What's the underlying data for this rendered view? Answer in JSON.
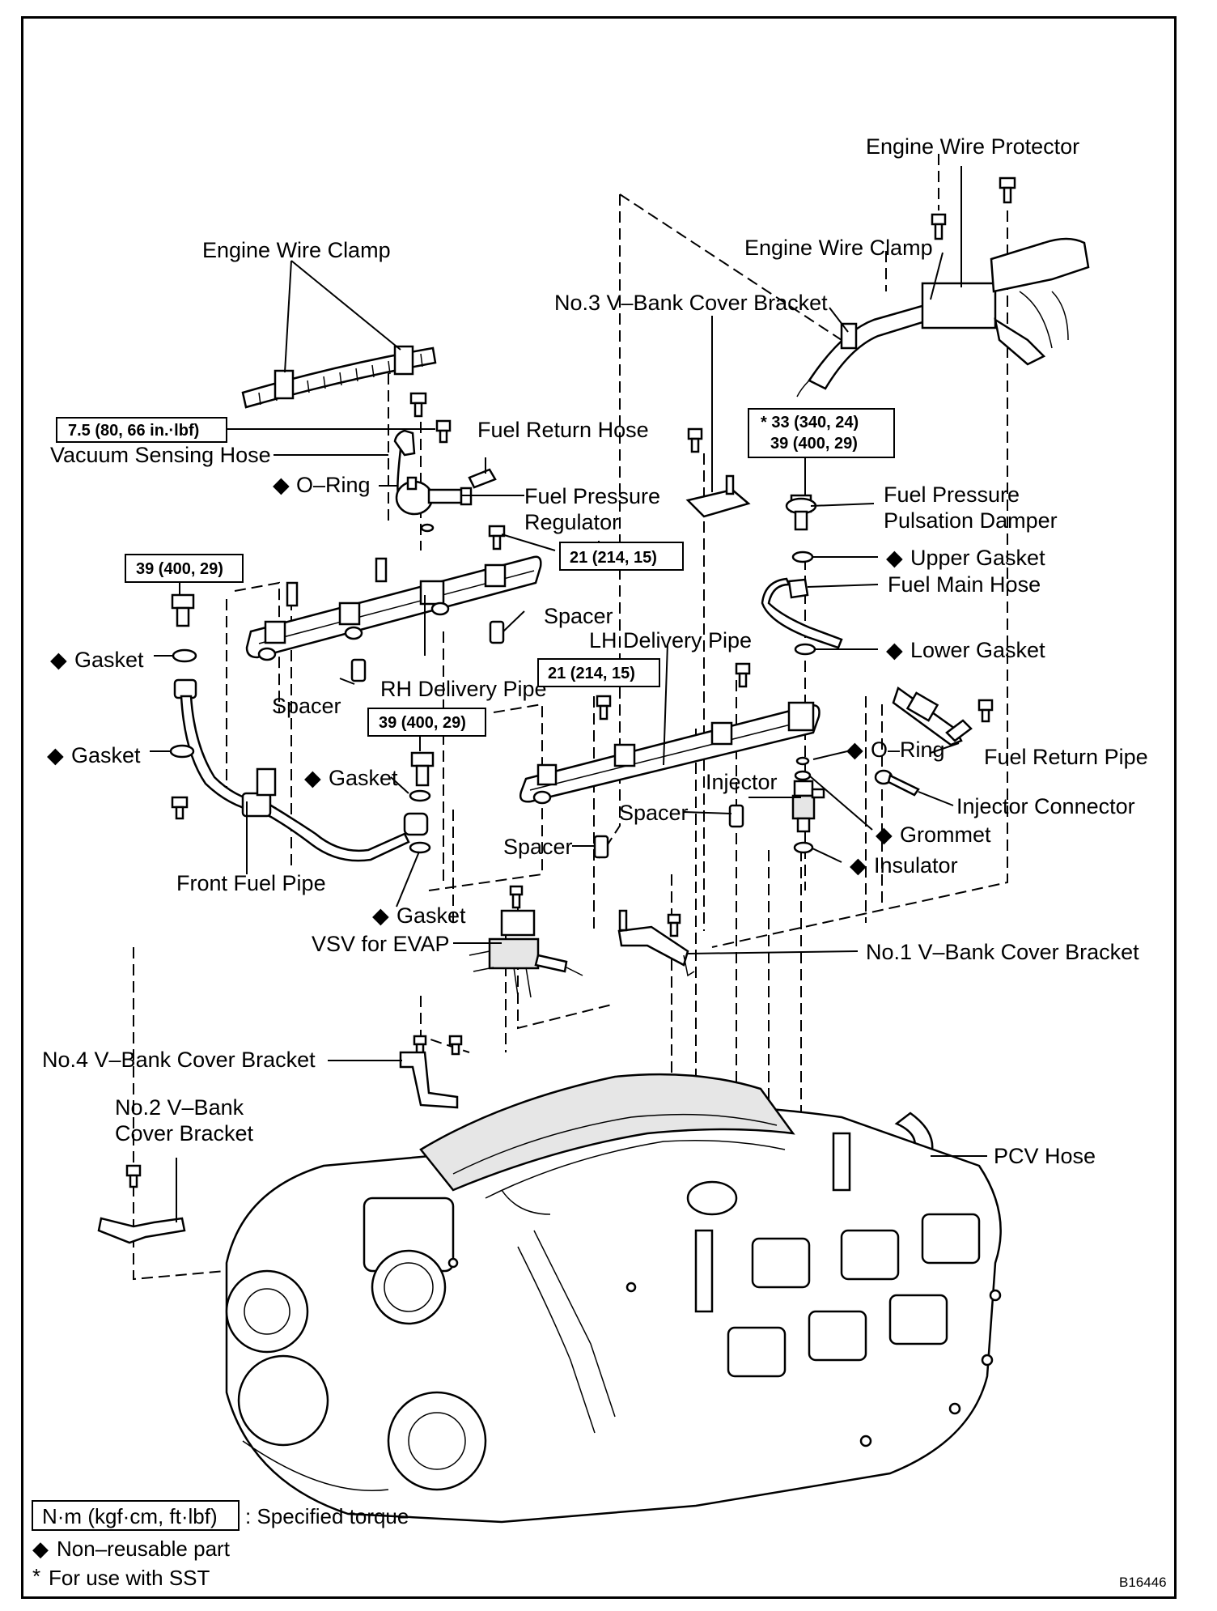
{
  "labels": {
    "engine_wire_protector": "Engine Wire Protector",
    "engine_wire_clamp_left": "Engine Wire Clamp",
    "engine_wire_clamp_right": "Engine Wire Clamp",
    "no3_bracket": "No.3 V–Bank Cover Bracket",
    "fuel_return_hose": "Fuel Return Hose",
    "vacuum_sensing_hose": "Vacuum Sensing Hose",
    "o_ring_top": "O–Ring",
    "fuel_pressure_regulator_1": "Fuel Pressure",
    "fuel_pressure_regulator_2": "Regulator",
    "fuel_pressure_pulsation_damper_1": "Fuel Pressure",
    "fuel_pressure_pulsation_damper_2": "Pulsation Damper",
    "upper_gasket": "Upper Gasket",
    "fuel_main_hose": "Fuel Main Hose",
    "lower_gasket": "Lower Gasket",
    "spacer_top": "Spacer",
    "lh_delivery_pipe": "LH Delivery Pipe",
    "rh_delivery_pipe": "RH Delivery Pipe",
    "spacer_left": "Spacer",
    "gasket_1": "Gasket",
    "gasket_2": "Gasket",
    "gasket_3": "Gasket",
    "gasket_4": "Gasket",
    "o_ring_right": "O–Ring",
    "fuel_return_pipe": "Fuel Return Pipe",
    "injector": "Injector",
    "injector_connector": "Injector Connector",
    "spacer_mid": "Spacer",
    "grommet": "Grommet",
    "spacer_low": "Spacer",
    "insulator": "Insulator",
    "front_fuel_pipe": "Front Fuel Pipe",
    "vsv_for_evap": "VSV for EVAP",
    "no1_bracket": "No.1 V–Bank Cover Bracket",
    "no4_bracket": "No.4 V–Bank Cover Bracket",
    "no2_bracket_1": "No.2 V–Bank",
    "no2_bracket_2": "Cover Bracket",
    "pcv_hose": "PCV Hose"
  },
  "torques": {
    "t1": "7.5 (80, 66 in.·lbf)",
    "t2": "39 (400, 29)",
    "t3": "21 (214, 15)",
    "t4": "21 (214, 15)",
    "t5": "39 (400, 29)",
    "t6a": "* 33 (340, 24)",
    "t6b": "39 (400, 29)"
  },
  "symbols": {
    "diamond": "◆"
  },
  "legend": {
    "unit_box": "N·m (kgf·cm, ft·lbf)",
    "unit_desc": ": Specified torque",
    "non_reusable": "Non–reusable part",
    "sst_mark": "*",
    "sst": "For use with SST"
  },
  "figure_code": "B16446"
}
